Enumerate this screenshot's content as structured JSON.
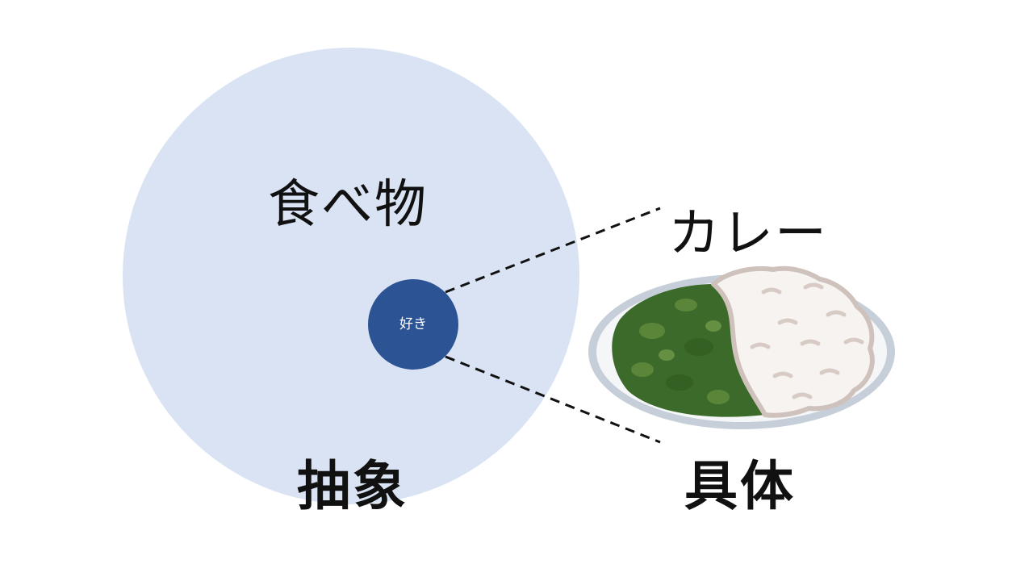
{
  "labels": {
    "food": "食べ物",
    "like": "好き",
    "curry": "カレー",
    "abstract": "抽象",
    "concrete": "具体"
  },
  "colors": {
    "background": "#ffffff",
    "large_circle": "#d9e3f3",
    "small_circle": "#2c5394",
    "text": "#111111",
    "dashed_line": "#111111",
    "plate_rim": "#c6cfd9",
    "plate_fill": "#f4f6f8",
    "curry": "#3c6a2a",
    "curry_spots": "#5e8a3c",
    "rice": "#f6f3f1",
    "rice_outline": "#cfc2bd"
  },
  "icons": {
    "curry_plate": "curry-rice-plate-illustration"
  }
}
